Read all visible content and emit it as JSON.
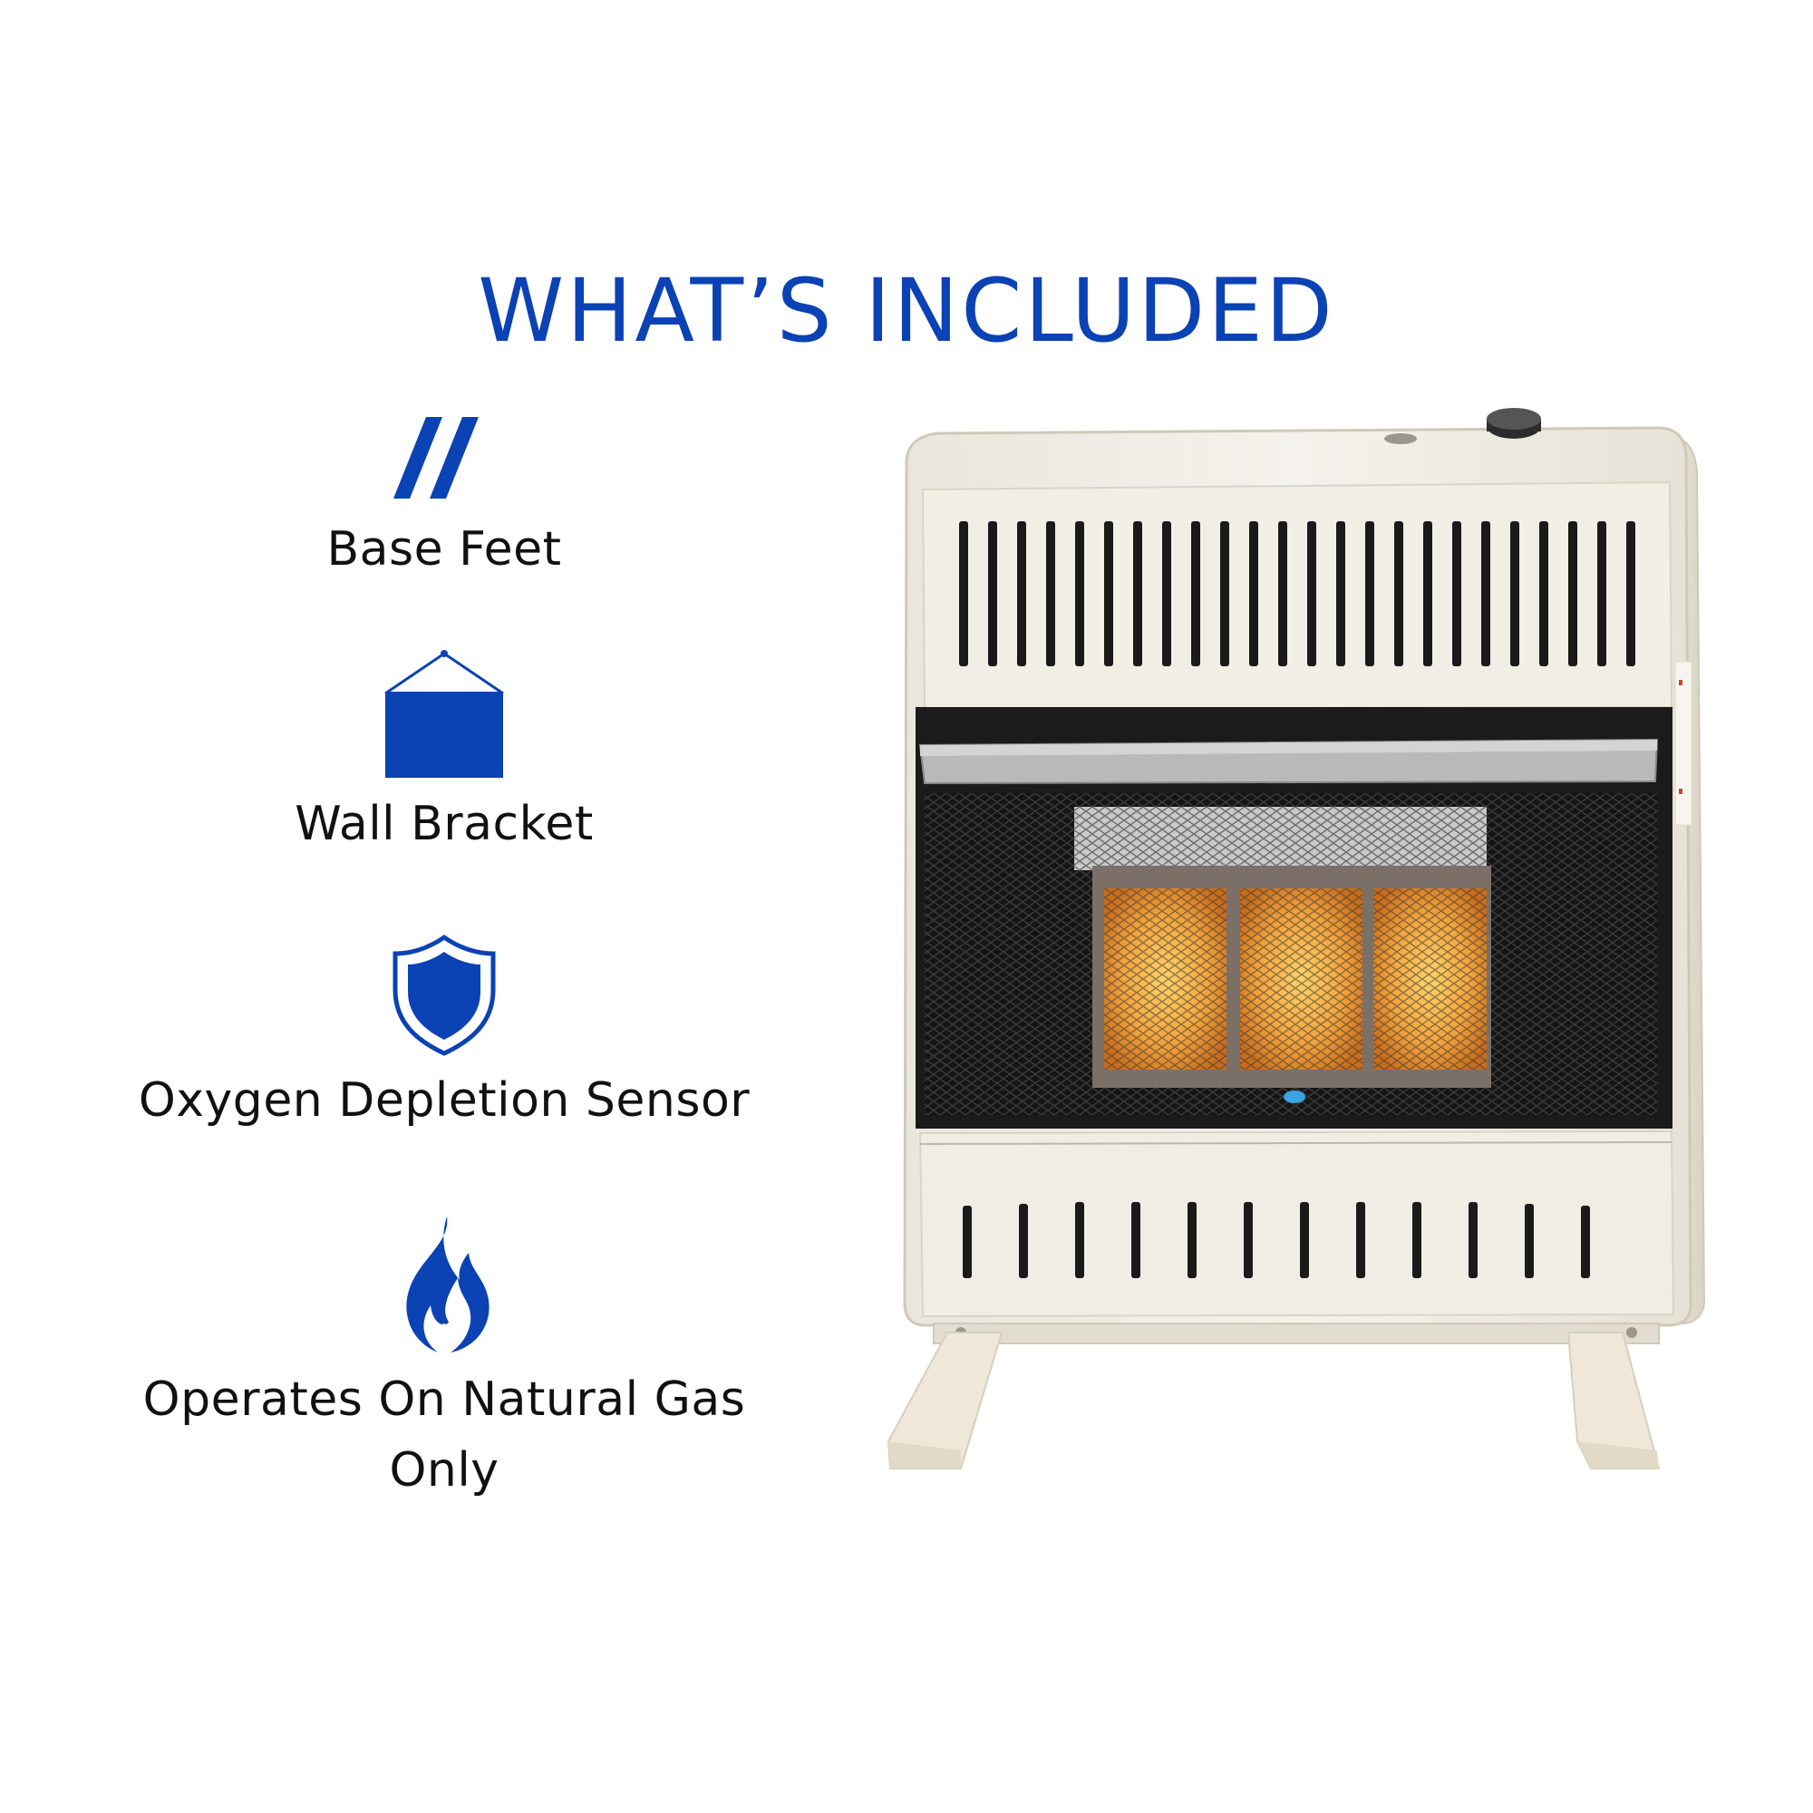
{
  "title": "WHAT’S INCLUDED",
  "colors": {
    "accent": "#0b42b4",
    "text": "#111111",
    "background": "#ffffff"
  },
  "features": [
    {
      "icon": "slashes-icon",
      "label": "Base Feet"
    },
    {
      "icon": "hanging-board-icon",
      "label": "Wall Bracket"
    },
    {
      "icon": "shield-icon",
      "label": "Oxygen Depletion Sensor"
    },
    {
      "icon": "flame-icon",
      "label": "Operates On Natural Gas",
      "label_line2": "Only"
    }
  ],
  "product": {
    "icon": "gas-heater-image"
  }
}
